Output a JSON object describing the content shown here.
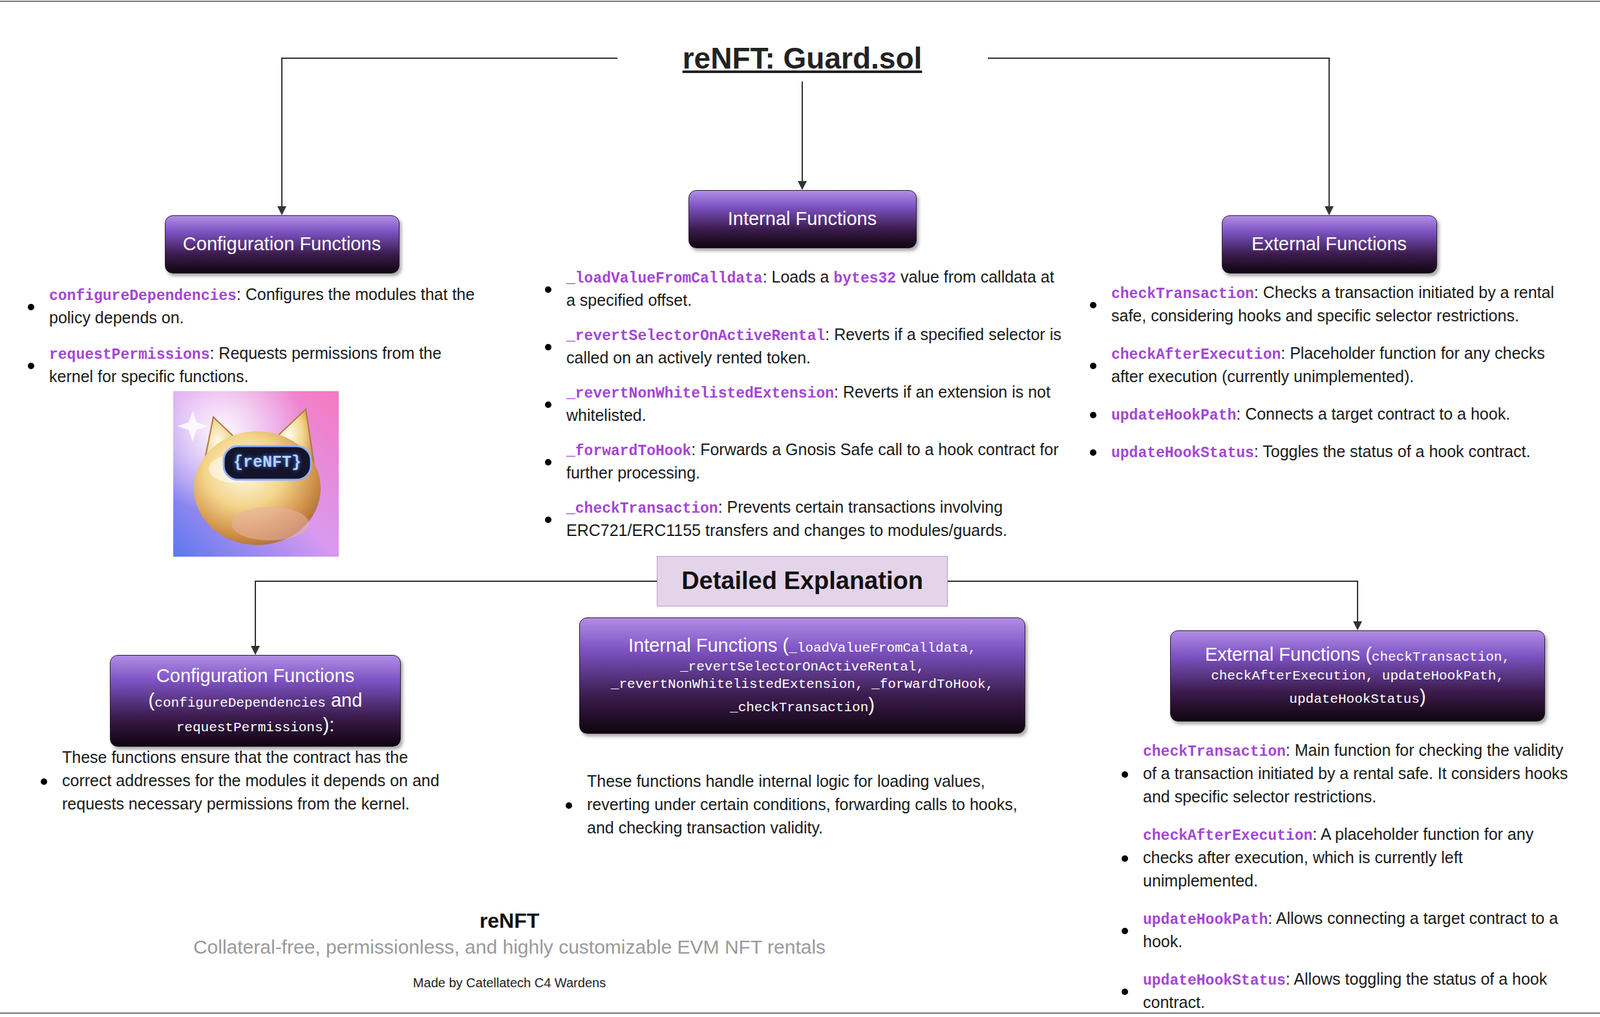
{
  "diagram": {
    "title": "reNFT: Guard.sol",
    "nodes": [
      {
        "text": [
          "Configuration Functions"
        ]
      },
      {
        "text": [
          "Internal Functions"
        ]
      },
      {
        "text": [
          "External Functions"
        ]
      },
      {
        "text": [
          "Detailed Explanation"
        ]
      },
      {
        "text": [
          "Configuration Functions",
          "(",
          "configureDependencies",
          " and ",
          "requestPermissions",
          "):"
        ]
      },
      {
        "text": [
          "Internal Functions (",
          "_loadValueFromCalldata, _revertSelectorOnActiveRental, _revertNonWhitelistedExtension, _forwardToHook, _checkTransaction",
          ")"
        ]
      },
      {
        "text": [
          "External Functions (",
          "checkTransaction, checkAfterExecution, updateHookPath, updateHookStatus",
          ")"
        ]
      }
    ],
    "edges": [
      {
        "from": 3,
        "to": 4,
        "arrow": "to"
      },
      {
        "from": 3,
        "to": 6,
        "arrow": "to"
      }
    ],
    "labels": [
      "configureDependencies",
      ": Configures the modules that the policy depends on.",
      "requestPermissions",
      ": Requests permissions from the kernel for specific functions.",
      "{reNFT}",
      "_loadValueFromCalldata",
      ": Loads a ",
      "bytes32",
      " value from calldata at a specified offset.",
      "_revertSelectorOnActiveRental",
      ": Reverts if a specified selector is called on an actively rented token.",
      "_revertNonWhitelistedExtension",
      ": Reverts if an extension is not whitelisted.",
      "_forwardToHook",
      ": Forwards a Gnosis Safe call to a hook contract for further processing.",
      "_checkTransaction",
      ": Prevents certain transactions involving ERC721/ERC1155 transfers and changes to modules/guards.",
      "checkTransaction",
      ": Checks a transaction initiated by a rental safe, considering hooks and specific selector restrictions.",
      "checkAfterExecution",
      ": Placeholder function for any checks after execution (currently unimplemented).",
      "updateHookPath",
      ": Connects a target contract to a hook.",
      "updateHookStatus",
      ": Toggles the status of a hook contract.",
      "These functions ensure that the contract has the correct addresses for the modules it depends on and requests necessary permissions from the kernel.",
      "These functions handle internal logic for loading values, reverting under certain conditions, forwarding calls to hooks, and checking transaction validity.",
      "checkTransaction",
      ": Main function for checking the validity of a transaction initiated by a rental safe. It considers hooks and specific selector restrictions.",
      "checkAfterExecution",
      ": A placeholder function for any checks after execution, which is currently left unimplemented.",
      "updateHookPath",
      ": Allows connecting a target contract to a hook.",
      "updateHookStatus",
      ": Allows toggling the status of a hook contract.",
      "reNFT",
      "Collateral-free, permissionless, and highly customizable EVM NFT rentals",
      "Made by Catellatech C4 Wardens"
    ]
  }
}
